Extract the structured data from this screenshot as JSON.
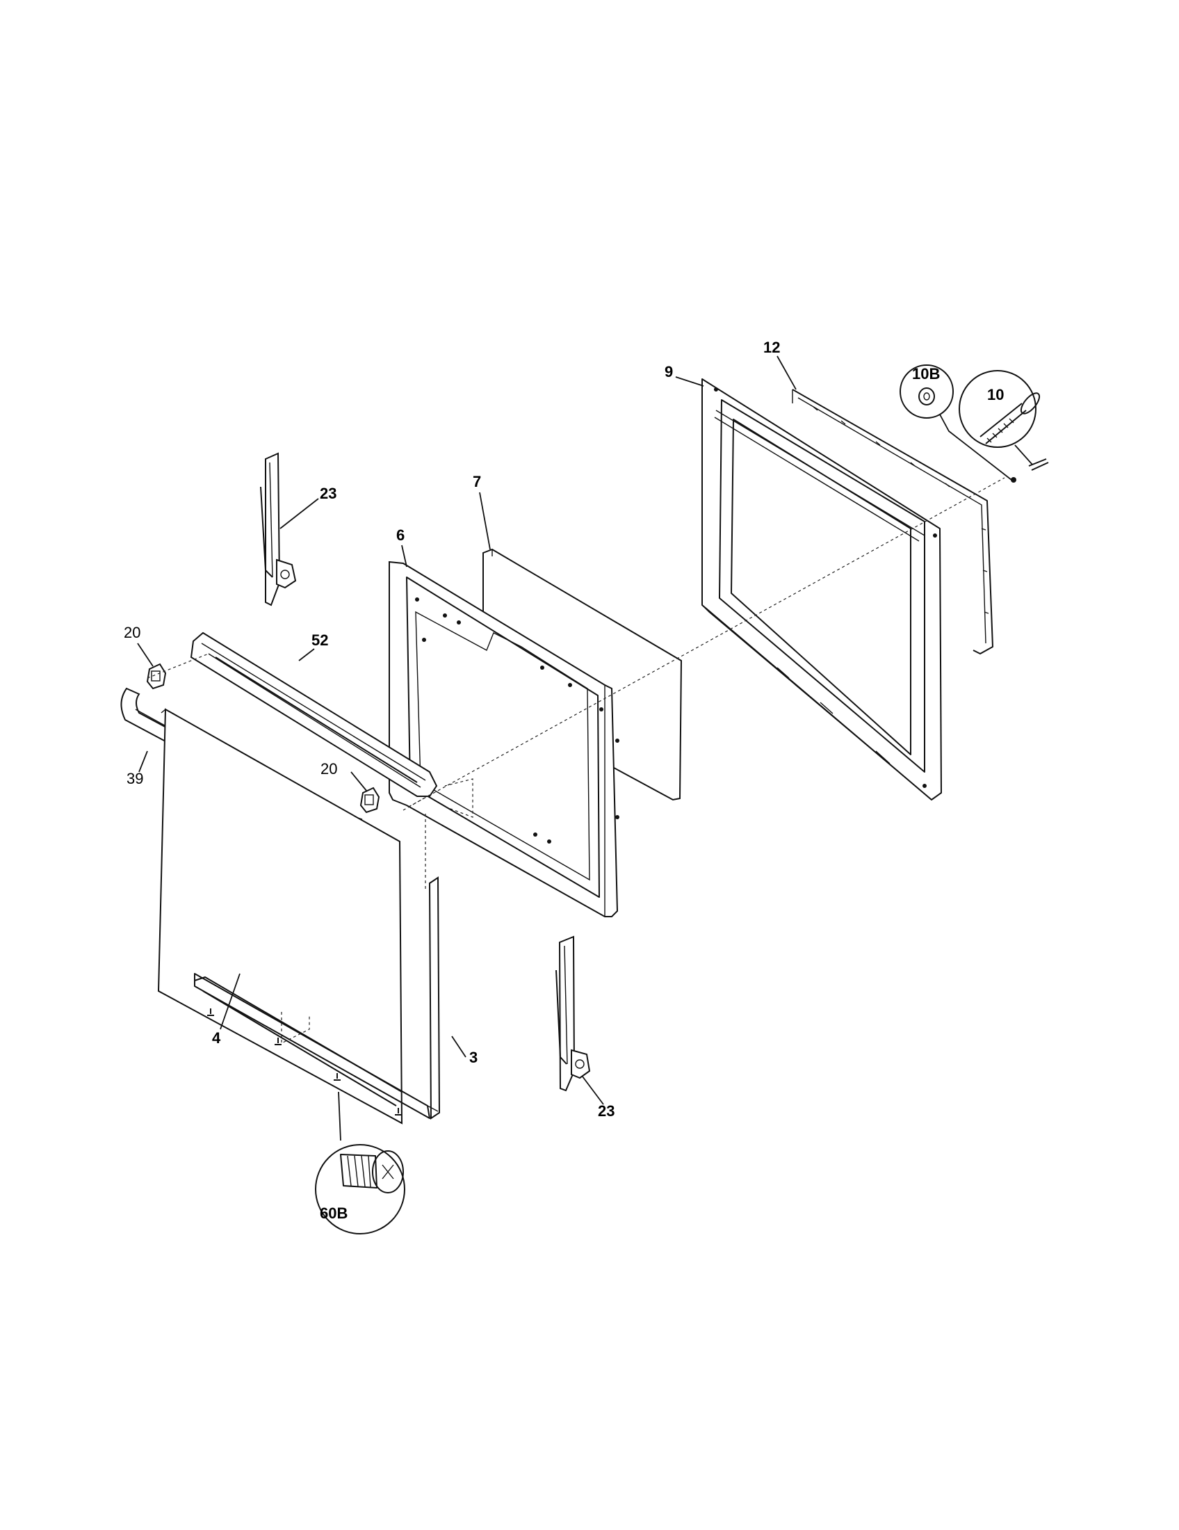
{
  "labels": {
    "p9": "9",
    "p12": "12",
    "p10b": "10B",
    "p10": "10",
    "p23_top": "23",
    "p7": "7",
    "p6": "6",
    "p20_top": "20",
    "p52": "52",
    "p39": "39",
    "p20_mid": "20",
    "p4": "4",
    "p3": "3",
    "p23_bottom": "23",
    "p60b": "60B"
  }
}
